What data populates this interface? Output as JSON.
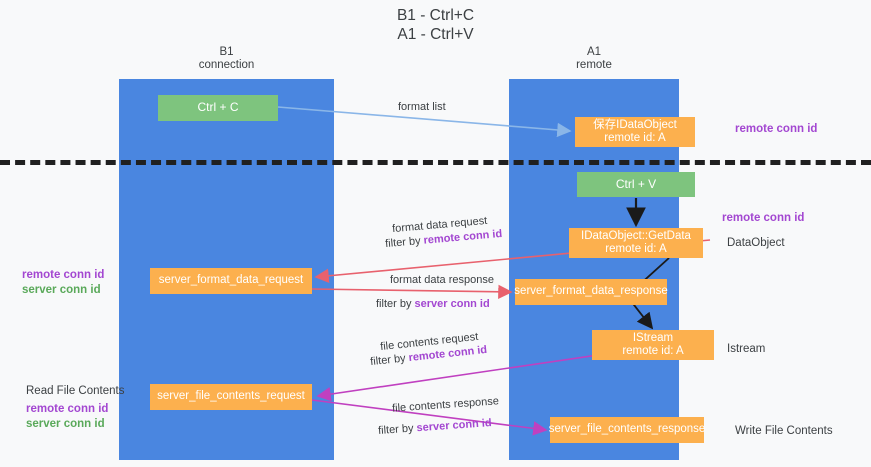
{
  "title": "B1 - Ctrl+C\nA1 - Ctrl+V",
  "title_line1": "B1 - Ctrl+C",
  "title_line2": "A1 - Ctrl+V",
  "colors": {
    "lane": "#4a86e0",
    "orange_box": "#fcb04e",
    "green_box": "#7ec47e",
    "purple_id": "#a347d1",
    "green_id": "#5aa95a",
    "arrow_blue": "#8ab6e8",
    "arrow_red": "#e8616d",
    "arrow_magenta": "#c040c0",
    "arrow_black": "#1a1a1a",
    "background": "#f8f9fa"
  },
  "lanes": [
    {
      "id": "b1",
      "line1": "B1",
      "line2": "connection"
    },
    {
      "id": "a1",
      "line1": "A1",
      "line2": "remote"
    }
  ],
  "boxes": [
    {
      "id": "ctrl-c",
      "kind": "green",
      "line1": "Ctrl + C",
      "line2": ""
    },
    {
      "id": "dataobject",
      "kind": "orange",
      "line1": "保存IDataObject",
      "line2": "remote id: A"
    },
    {
      "id": "ctrl-v",
      "kind": "green",
      "line1": "Ctrl + V",
      "line2": ""
    },
    {
      "id": "getdata",
      "kind": "orange",
      "line1": "IDataObject::GetData",
      "line2": "remote id: A"
    },
    {
      "id": "server-format-data-request",
      "kind": "orange",
      "line1": "server_format_data_request",
      "line2": ""
    },
    {
      "id": "server-format-data-response",
      "kind": "orange",
      "line1": "server_format_data_response",
      "line2": ""
    },
    {
      "id": "istream",
      "kind": "orange",
      "line1": "IStream",
      "line2": "remote id: A"
    },
    {
      "id": "server-file-contents-request",
      "kind": "orange",
      "line1": "server_file_contents_request",
      "line2": ""
    },
    {
      "id": "server-file-contents-response",
      "kind": "orange",
      "line1": "server_file_contents_response",
      "line2": ""
    }
  ],
  "arrow_labels": {
    "format_list": "format list",
    "format_data_request": "format data request",
    "format_data_request_filter_prefix": "filter by ",
    "format_data_request_filter_id": "remote conn id",
    "format_data_response": "format data response",
    "format_data_response_filter_prefix": "filter by ",
    "format_data_response_filter_id": "server conn id",
    "file_contents_request": "file contents request",
    "file_contents_request_filter_prefix": "filter by ",
    "file_contents_request_filter_id": "remote conn id",
    "file_contents_response": "file contents response",
    "file_contents_response_filter_prefix": "filter by ",
    "file_contents_response_filter_id": "server conn id"
  },
  "side_labels": {
    "right_remote_conn_id_top": "remote conn id",
    "right_remote_conn_id_mid": "remote conn id",
    "right_dataobject": "DataObject",
    "right_istream": "Istream",
    "right_write_file_contents": "Write File Contents",
    "left_remote_conn_id_1": "remote conn id",
    "left_server_conn_id_1": "server conn id",
    "left_read_file_contents": "Read File Contents",
    "left_remote_conn_id_2": "remote conn id",
    "left_server_conn_id_2": "server conn id"
  }
}
